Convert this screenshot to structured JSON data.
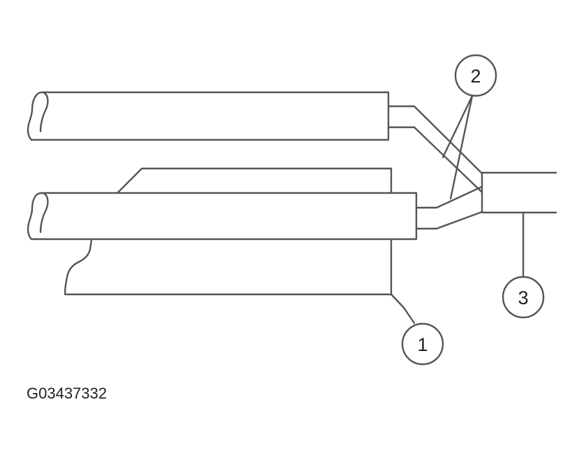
{
  "callouts": [
    {
      "id": "1",
      "label": "1"
    },
    {
      "id": "2",
      "label": "2"
    },
    {
      "id": "3",
      "label": "3"
    }
  ],
  "caption": "G03437332",
  "colors": {
    "line": "#555555",
    "background": "#ffffff",
    "text": "#222222"
  }
}
